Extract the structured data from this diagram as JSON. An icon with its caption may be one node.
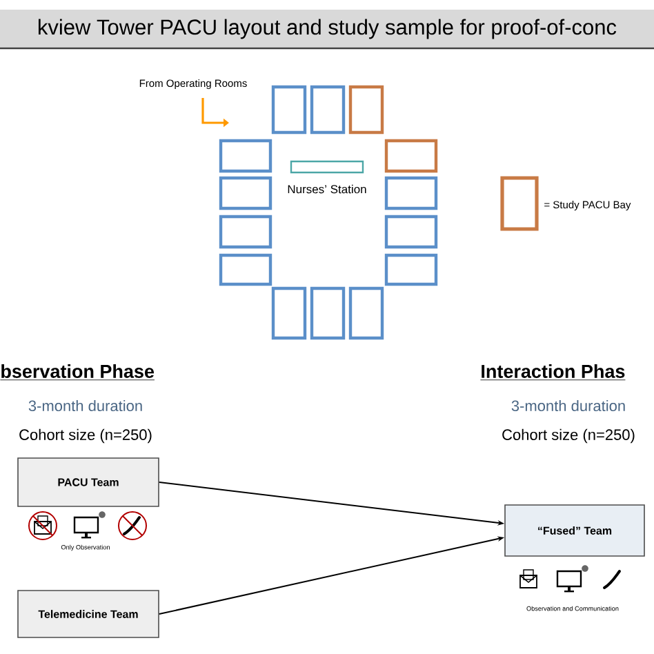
{
  "diagram": {
    "title": "kview Tower PACU layout and study sample for proof-of-conc",
    "nodes": [
      {
        "text": [
          "PACU Team"
        ]
      },
      {
        "text": [
          "Telemedicine Team"
        ]
      },
      {
        "text": [
          "“Fused” Team"
        ]
      }
    ],
    "edges": [
      {
        "from": 0,
        "to": 2,
        "arrow": "to"
      },
      {
        "from": 1,
        "to": 2,
        "arrow": "to"
      }
    ],
    "labels": [
      "From Operating Rooms",
      "Nurses’ Station",
      "bservation Phase",
      "3-month duration",
      "Cohort size (n=250)",
      "Interaction Phas",
      "3-month duration",
      "Cohort size (n=250)",
      "Only Observation",
      "Observation and Communication"
    ],
    "legend": [
      {
        "text": "= Study PACU Bay"
      }
    ]
  }
}
